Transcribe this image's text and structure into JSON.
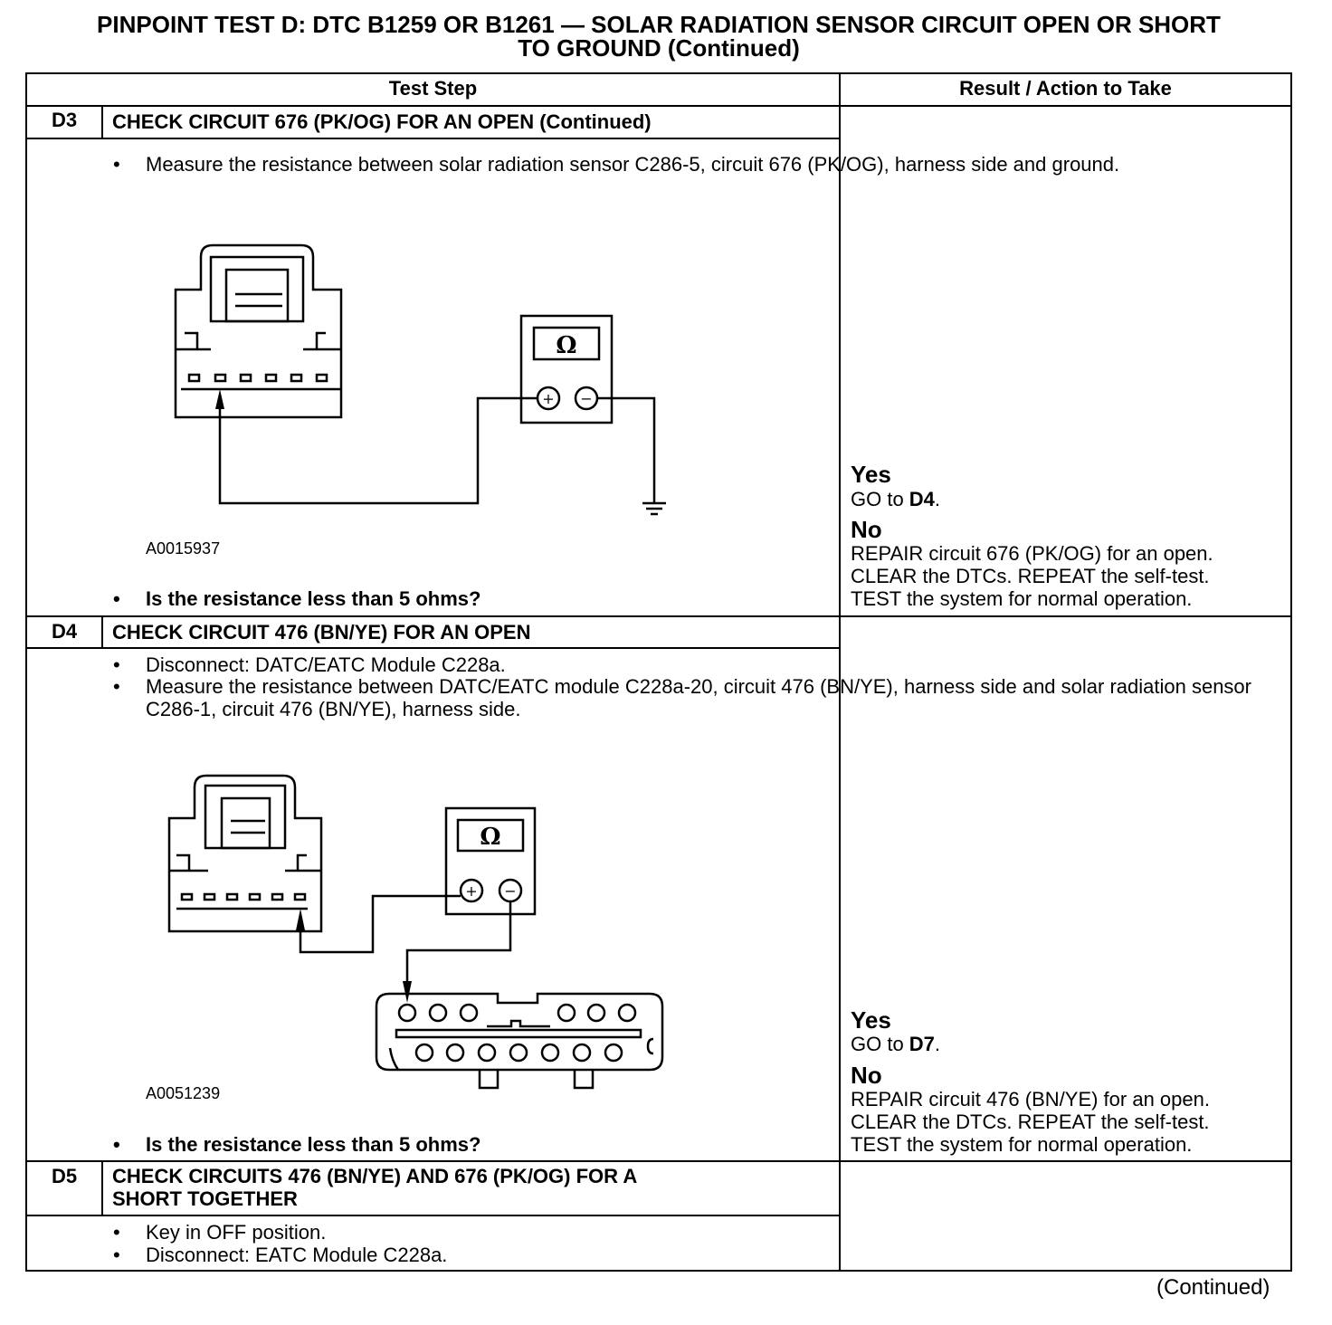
{
  "title_line1": "PINPOINT TEST D: DTC B1259 OR B1261 — SOLAR RADIATION SENSOR CIRCUIT OPEN OR SHORT",
  "title_line2": "TO GROUND (Continued)",
  "header": {
    "test_step": "Test Step",
    "result": "Result / Action to Take"
  },
  "steps": [
    {
      "id": "D3",
      "heading": "CHECK CIRCUIT 676 (PK/OG) FOR AN OPEN (Continued)",
      "bullets": [
        "Measure the resistance between solar radiation sensor C286-5,\ncircuit 676 (PK/OG), harness side and ground."
      ],
      "figure_id": "A0015937",
      "question": "Is the resistance less than 5 ohms?",
      "yes_label": "Yes",
      "yes_action_pre": "GO to ",
      "yes_action_target": "D4",
      "yes_action_post": ".",
      "no_label": "No",
      "no_action": "REPAIR circuit 676 (PK/OG) for an open.\nCLEAR the DTCs. REPEAT the self-test.\nTEST the system for normal operation."
    },
    {
      "id": "D4",
      "heading": "CHECK CIRCUIT 476 (BN/YE) FOR AN OPEN",
      "bullets": [
        "Disconnect: DATC/EATC Module C228a.",
        "Measure the resistance between DATC/EATC module C228a-20,\ncircuit 476 (BN/YE), harness side and solar radiation sensor\nC286-1, circuit 476 (BN/YE), harness side."
      ],
      "figure_id": "A0051239",
      "question": "Is the resistance less than 5 ohms?",
      "yes_label": "Yes",
      "yes_action_pre": "GO to ",
      "yes_action_target": "D7",
      "yes_action_post": ".",
      "no_label": "No",
      "no_action": "REPAIR circuit 476 (BN/YE) for an open.\nCLEAR the DTCs. REPEAT the self-test.\nTEST the system for normal operation."
    },
    {
      "id": "D5",
      "heading": "CHECK CIRCUITS 476 (BN/YE) AND 676 (PK/OG) FOR A\nSHORT TOGETHER",
      "bullets": [
        "Key in OFF position.",
        "Disconnect: EATC Module C228a."
      ]
    }
  ],
  "meter_symbol": "Ω",
  "meter_plus": "+",
  "meter_minus": "−",
  "footer": "(Continued)"
}
